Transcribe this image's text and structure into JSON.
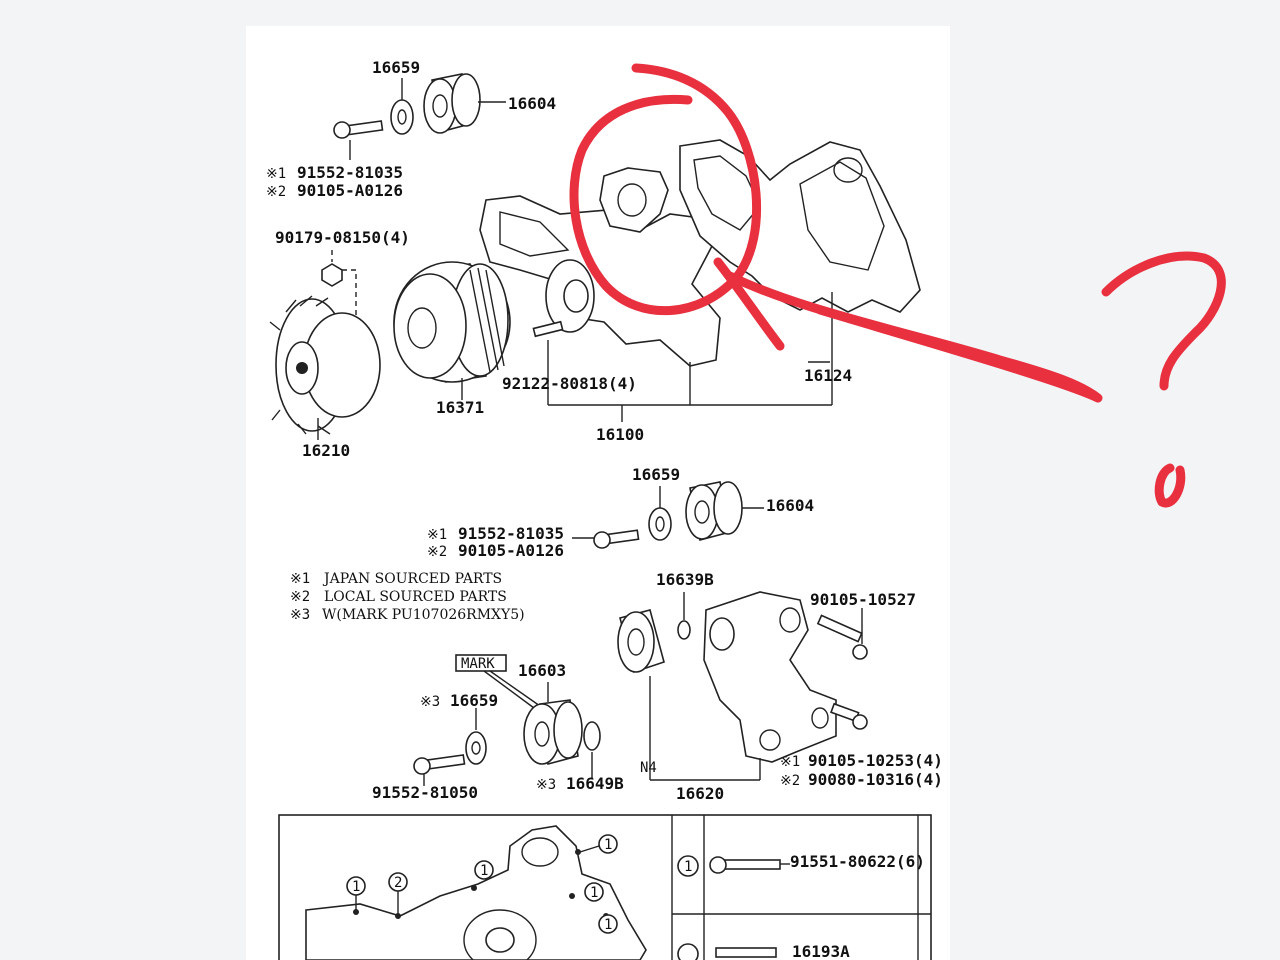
{
  "diagram": {
    "labels": {
      "top_16659": "16659",
      "top_16604": "16604",
      "bolt_a_1": "91552-81035",
      "bolt_a_2": "90105-A0126",
      "nut": "90179-08150(4)",
      "fan_clutch": "16210",
      "pulley": "16371",
      "stud": "92122-80818(4)",
      "pump_assy": "16100",
      "gasket": "16124",
      "mid_16659": "16659",
      "mid_16604": "16604",
      "bolt_b_1": "91552-81035",
      "bolt_b_2": "90105-A0126",
      "idler_16639b": "16639B",
      "bolt_10527": "90105-10527",
      "mark": "MARK",
      "idler_16603": "16603",
      "lower_16659": "16659",
      "bolt_81050": "91552-81050",
      "washer_16649b": "16649B",
      "bracket_16620": "16620",
      "bolt_c_1": "90105-10253(4)",
      "bolt_c_2": "90080-10316(4)",
      "n4": "N4",
      "bolt_80622": "91551-80622(6)",
      "part_16193a": "16193A"
    },
    "notes": {
      "n1": "JAPAN SOURCED PARTS",
      "n2": "LOCAL SOURCED PARTS",
      "n3": "W(MARK PU107026RMXY5)"
    },
    "marks": {
      "k1": "※1",
      "k2": "※2",
      "k3": "※3"
    },
    "callouts": {
      "c1": "1",
      "c2": "2"
    },
    "annotation": {
      "color": "#e8303f"
    }
  }
}
